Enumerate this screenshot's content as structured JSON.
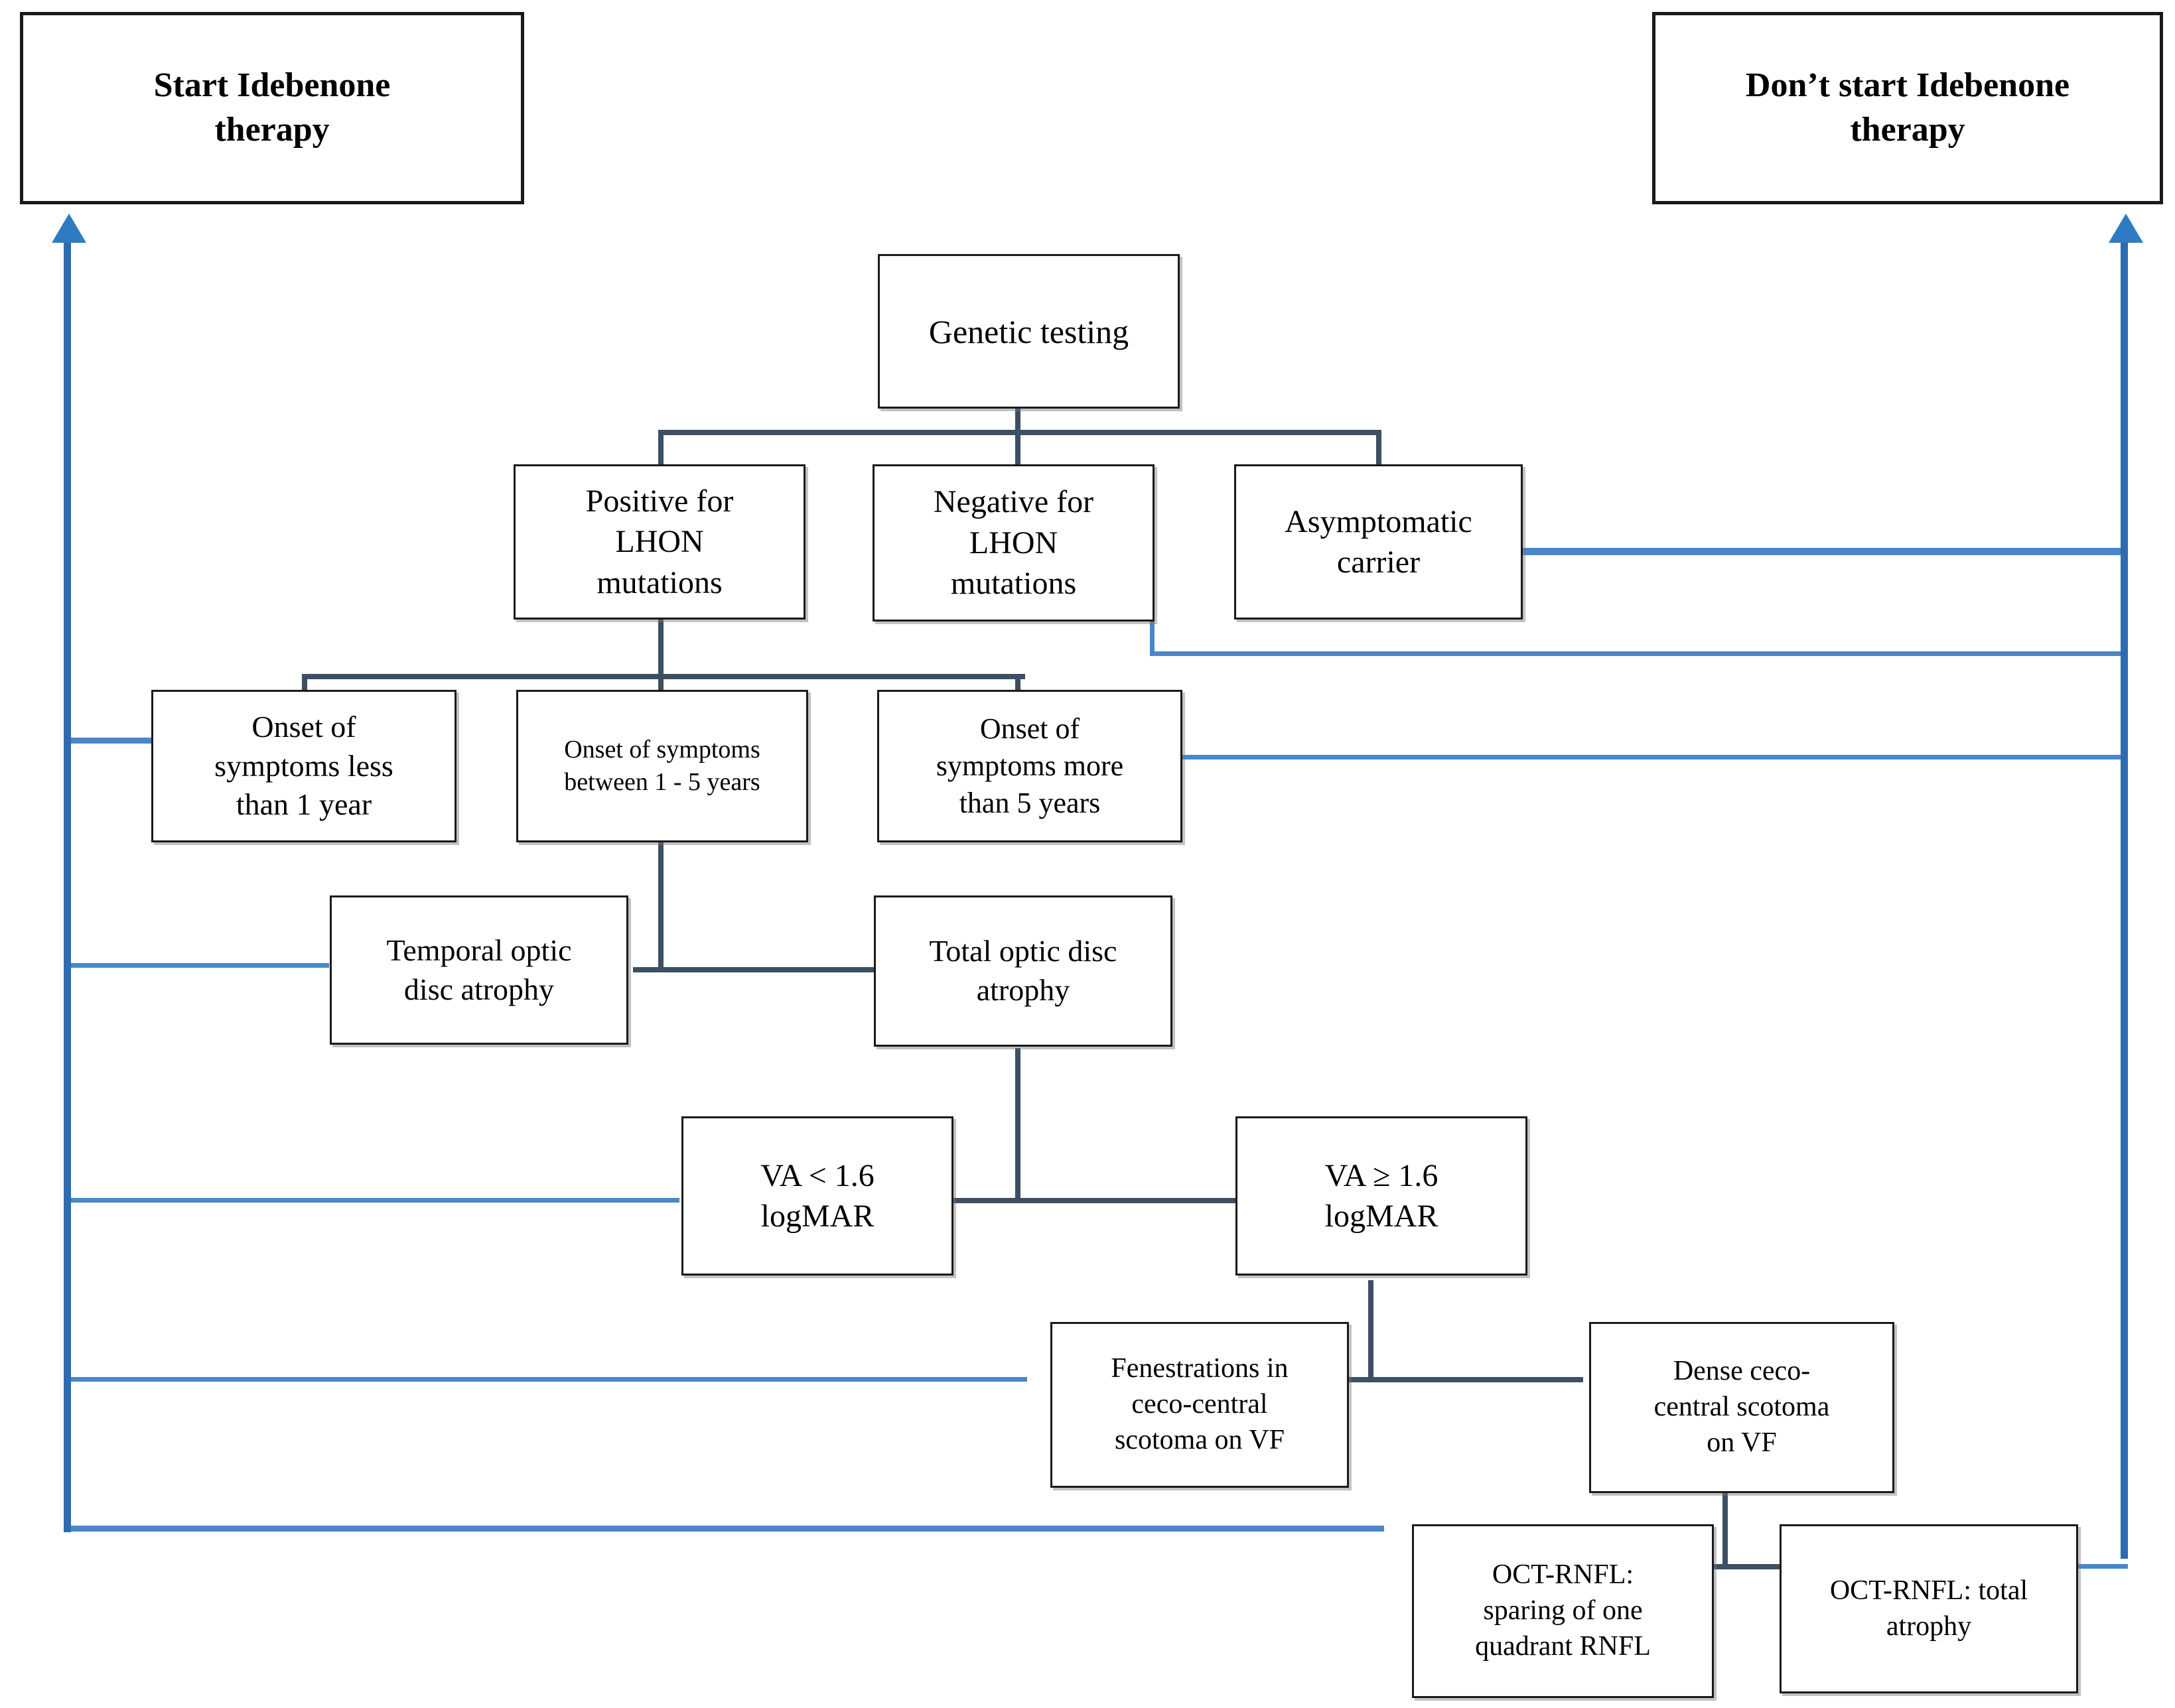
{
  "diagram": {
    "title": "LHON Idebenone therapy decision flowchart",
    "colors": {
      "box_border": "#1a1a1a",
      "dark_connector": "#3c4f63",
      "blue_connector": "#4a86c8",
      "blue_arrow": "#2e7bc4",
      "background": "#ffffff"
    }
  },
  "nodes": {
    "start_therapy": {
      "label": "Start Idebenone\ntherapy"
    },
    "dont_start_therapy": {
      "label": "Don’t start Idebenone\ntherapy"
    },
    "genetic_testing": {
      "label": "Genetic testing"
    },
    "positive_lhon": {
      "label": "Positive for\nLHON\nmutations"
    },
    "negative_lhon": {
      "label": "Negative for\nLHON\nmutations"
    },
    "asymptomatic_carrier": {
      "label": "Asymptomatic\ncarrier"
    },
    "onset_less_1y": {
      "label": "Onset of\nsymptoms less\nthan 1 year"
    },
    "onset_1_5y": {
      "label": "Onset of symptoms\nbetween 1 - 5 years"
    },
    "onset_more_5y": {
      "label": "Onset of\nsymptoms more\nthan 5 years"
    },
    "temporal_atrophy": {
      "label": "Temporal optic\ndisc atrophy"
    },
    "total_atrophy": {
      "label": "Total optic disc\natrophy"
    },
    "va_less": {
      "label": "VA < 1.6\nlogMAR"
    },
    "va_greater": {
      "label": "VA ≥ 1.6\nlogMAR"
    },
    "fenestrations": {
      "label": "Fenestrations in\nceco-central\nscotoma on VF"
    },
    "dense_scotoma": {
      "label": "Dense ceco-\ncentral scotoma\non VF"
    },
    "oct_sparing": {
      "label": "OCT-RNFL:\nsparing of one\nquadrant RNFL"
    },
    "oct_total": {
      "label": "OCT-RNFL: total\natrophy"
    }
  }
}
